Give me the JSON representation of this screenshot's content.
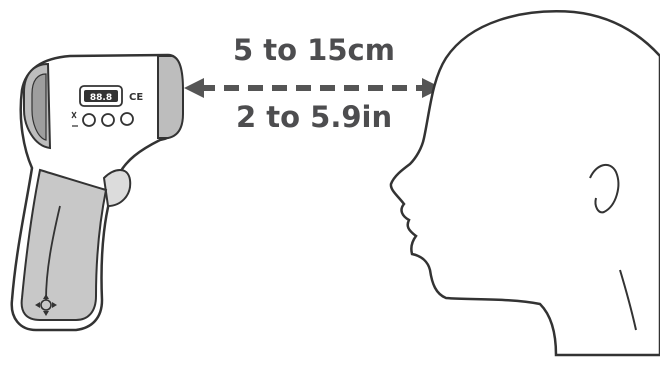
{
  "distance": {
    "metric": "5 to 15cm",
    "imperial": "2 to 5.9in"
  },
  "device": {
    "display_text": "88.8",
    "ce_mark": "CE"
  },
  "colors": {
    "outline": "#333333",
    "text": "#4d4d4f",
    "body_fill": "#ffffff",
    "grip_fill": "#c8c8c8",
    "sensor_fill": "#bdbdbd",
    "arrow": "#555555"
  }
}
